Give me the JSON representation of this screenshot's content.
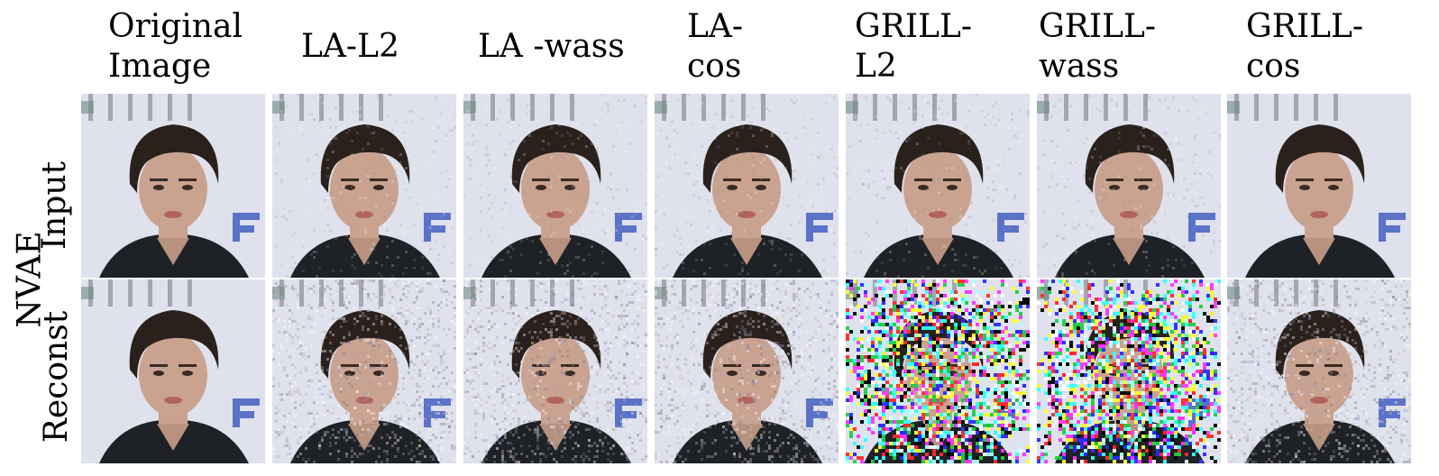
{
  "figure": {
    "group_label": "NVAE",
    "rows": [
      {
        "id": "input",
        "label": "Input"
      },
      {
        "id": "reconst",
        "label": "Reconst"
      }
    ],
    "columns": [
      {
        "id": "original",
        "label": "Original\nImage"
      },
      {
        "id": "la-l2",
        "label": "LA-L2"
      },
      {
        "id": "la-wass",
        "label": "LA -wass"
      },
      {
        "id": "la-cos",
        "label": "LA-\ncos"
      },
      {
        "id": "grill-l2",
        "label": "GRILL-\nL2"
      },
      {
        "id": "grill-wass",
        "label": "GRILL-\nwass"
      },
      {
        "id": "grill-cos",
        "label": "GRILL-\ncos"
      }
    ],
    "cells": {
      "input": [
        "clean",
        "light-noise",
        "light-noise",
        "light-noise",
        "light-noise",
        "light-noise",
        "clean"
      ],
      "reconst": [
        "clean",
        "noisy",
        "noisy",
        "noisy",
        "heavy-color-noise",
        "heavy-color-noise",
        "noisy"
      ]
    },
    "colors": {
      "background_wall": "#dfe2ec",
      "hair": "#2a211c",
      "skin": "#caa290",
      "jacket": "#1e2226",
      "logo_blue": "#5a72c8"
    }
  }
}
